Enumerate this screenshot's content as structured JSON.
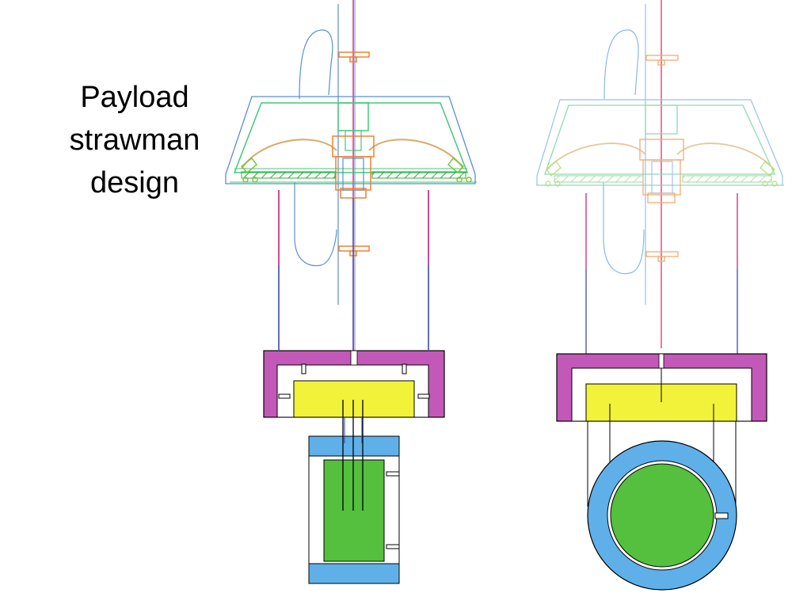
{
  "title": {
    "lines": [
      "Payload",
      "strawman",
      "design"
    ]
  },
  "colors": {
    "frame_outline": "#5a8fd6",
    "frame_green": "#43c879",
    "gondola_orange": "#f08030",
    "dome_tan": "#d8aa6a",
    "tether_pink": "#e0307a",
    "cable_blue": "#2a3fa8",
    "magenta_box": "#c259b8",
    "yellow_box": "#f2f23a",
    "blue_cylinder": "#5fb0e8",
    "green_core": "#55bf3e",
    "hatch": "#38a838"
  },
  "views": [
    "side-view",
    "front-view"
  ]
}
